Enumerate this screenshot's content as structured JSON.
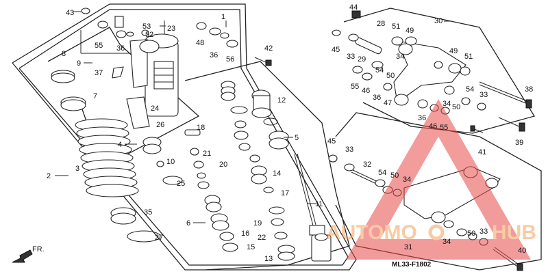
{
  "diagram": {
    "code": "ML33-F1802",
    "direction_label": "FR.",
    "callouts": [
      {
        "id": "c43",
        "text": "43"
      },
      {
        "id": "c53",
        "text": "53"
      },
      {
        "id": "c52",
        "text": "52"
      },
      {
        "id": "c23",
        "text": "23"
      },
      {
        "id": "c1",
        "text": "1"
      },
      {
        "id": "c8",
        "text": "8"
      },
      {
        "id": "c55a",
        "text": "55"
      },
      {
        "id": "c36a",
        "text": "36"
      },
      {
        "id": "c48",
        "text": "48"
      },
      {
        "id": "c36b",
        "text": "36"
      },
      {
        "id": "c56",
        "text": "56"
      },
      {
        "id": "c9",
        "text": "9"
      },
      {
        "id": "c37",
        "text": "37"
      },
      {
        "id": "c7",
        "text": "7"
      },
      {
        "id": "c42",
        "text": "42"
      },
      {
        "id": "c24",
        "text": "24"
      },
      {
        "id": "c12",
        "text": "12"
      },
      {
        "id": "c26",
        "text": "26"
      },
      {
        "id": "c18",
        "text": "18"
      },
      {
        "id": "c4",
        "text": "4"
      },
      {
        "id": "c5",
        "text": "5"
      },
      {
        "id": "c21",
        "text": "21"
      },
      {
        "id": "c10",
        "text": "10"
      },
      {
        "id": "c20",
        "text": "20"
      },
      {
        "id": "c14",
        "text": "14"
      },
      {
        "id": "c2",
        "text": "2"
      },
      {
        "id": "c3",
        "text": "3"
      },
      {
        "id": "c25",
        "text": "25"
      },
      {
        "id": "c17",
        "text": "17"
      },
      {
        "id": "c11",
        "text": "11"
      },
      {
        "id": "c35",
        "text": "35"
      },
      {
        "id": "c6",
        "text": "6"
      },
      {
        "id": "c19",
        "text": "19"
      },
      {
        "id": "c16",
        "text": "16"
      },
      {
        "id": "c22",
        "text": "22"
      },
      {
        "id": "c27",
        "text": "27"
      },
      {
        "id": "c15",
        "text": "15"
      },
      {
        "id": "c13",
        "text": "13"
      },
      {
        "id": "c44",
        "text": "44"
      },
      {
        "id": "c30",
        "text": "30"
      },
      {
        "id": "c28",
        "text": "28"
      },
      {
        "id": "c51a",
        "text": "51"
      },
      {
        "id": "c49a",
        "text": "49"
      },
      {
        "id": "c45a",
        "text": "45"
      },
      {
        "id": "c33a",
        "text": "33"
      },
      {
        "id": "c29",
        "text": "29"
      },
      {
        "id": "c34a",
        "text": "34"
      },
      {
        "id": "c50a",
        "text": "50"
      },
      {
        "id": "c49b",
        "text": "49"
      },
      {
        "id": "c51b",
        "text": "51"
      },
      {
        "id": "c54a",
        "text": "54"
      },
      {
        "id": "c55b",
        "text": "55"
      },
      {
        "id": "c46a",
        "text": "46"
      },
      {
        "id": "c36c",
        "text": "36"
      },
      {
        "id": "c47",
        "text": "47"
      },
      {
        "id": "c54b",
        "text": "54"
      },
      {
        "id": "c33b",
        "text": "33"
      },
      {
        "id": "c38",
        "text": "38"
      },
      {
        "id": "c34b",
        "text": "34"
      },
      {
        "id": "c50b",
        "text": "50"
      },
      {
        "id": "c36d",
        "text": "36"
      },
      {
        "id": "c46b",
        "text": "46"
      },
      {
        "id": "c55c",
        "text": "55"
      },
      {
        "id": "c45b",
        "text": "45"
      },
      {
        "id": "c41",
        "text": "41"
      },
      {
        "id": "c39",
        "text": "39"
      },
      {
        "id": "c33c",
        "text": "33"
      },
      {
        "id": "c32",
        "text": "32"
      },
      {
        "id": "c54c",
        "text": "54"
      },
      {
        "id": "c50c",
        "text": "50"
      },
      {
        "id": "c34c",
        "text": "34"
      },
      {
        "id": "c31",
        "text": "31"
      },
      {
        "id": "c34d",
        "text": "34"
      },
      {
        "id": "c50d",
        "text": "50"
      },
      {
        "id": "c33d",
        "text": "33"
      },
      {
        "id": "c40",
        "text": "40"
      }
    ]
  },
  "watermark": {
    "text_a": "AUTOMO",
    "text_b": "HUB",
    "color_red": "#e84a4a",
    "color_orange": "#f2a25a"
  }
}
